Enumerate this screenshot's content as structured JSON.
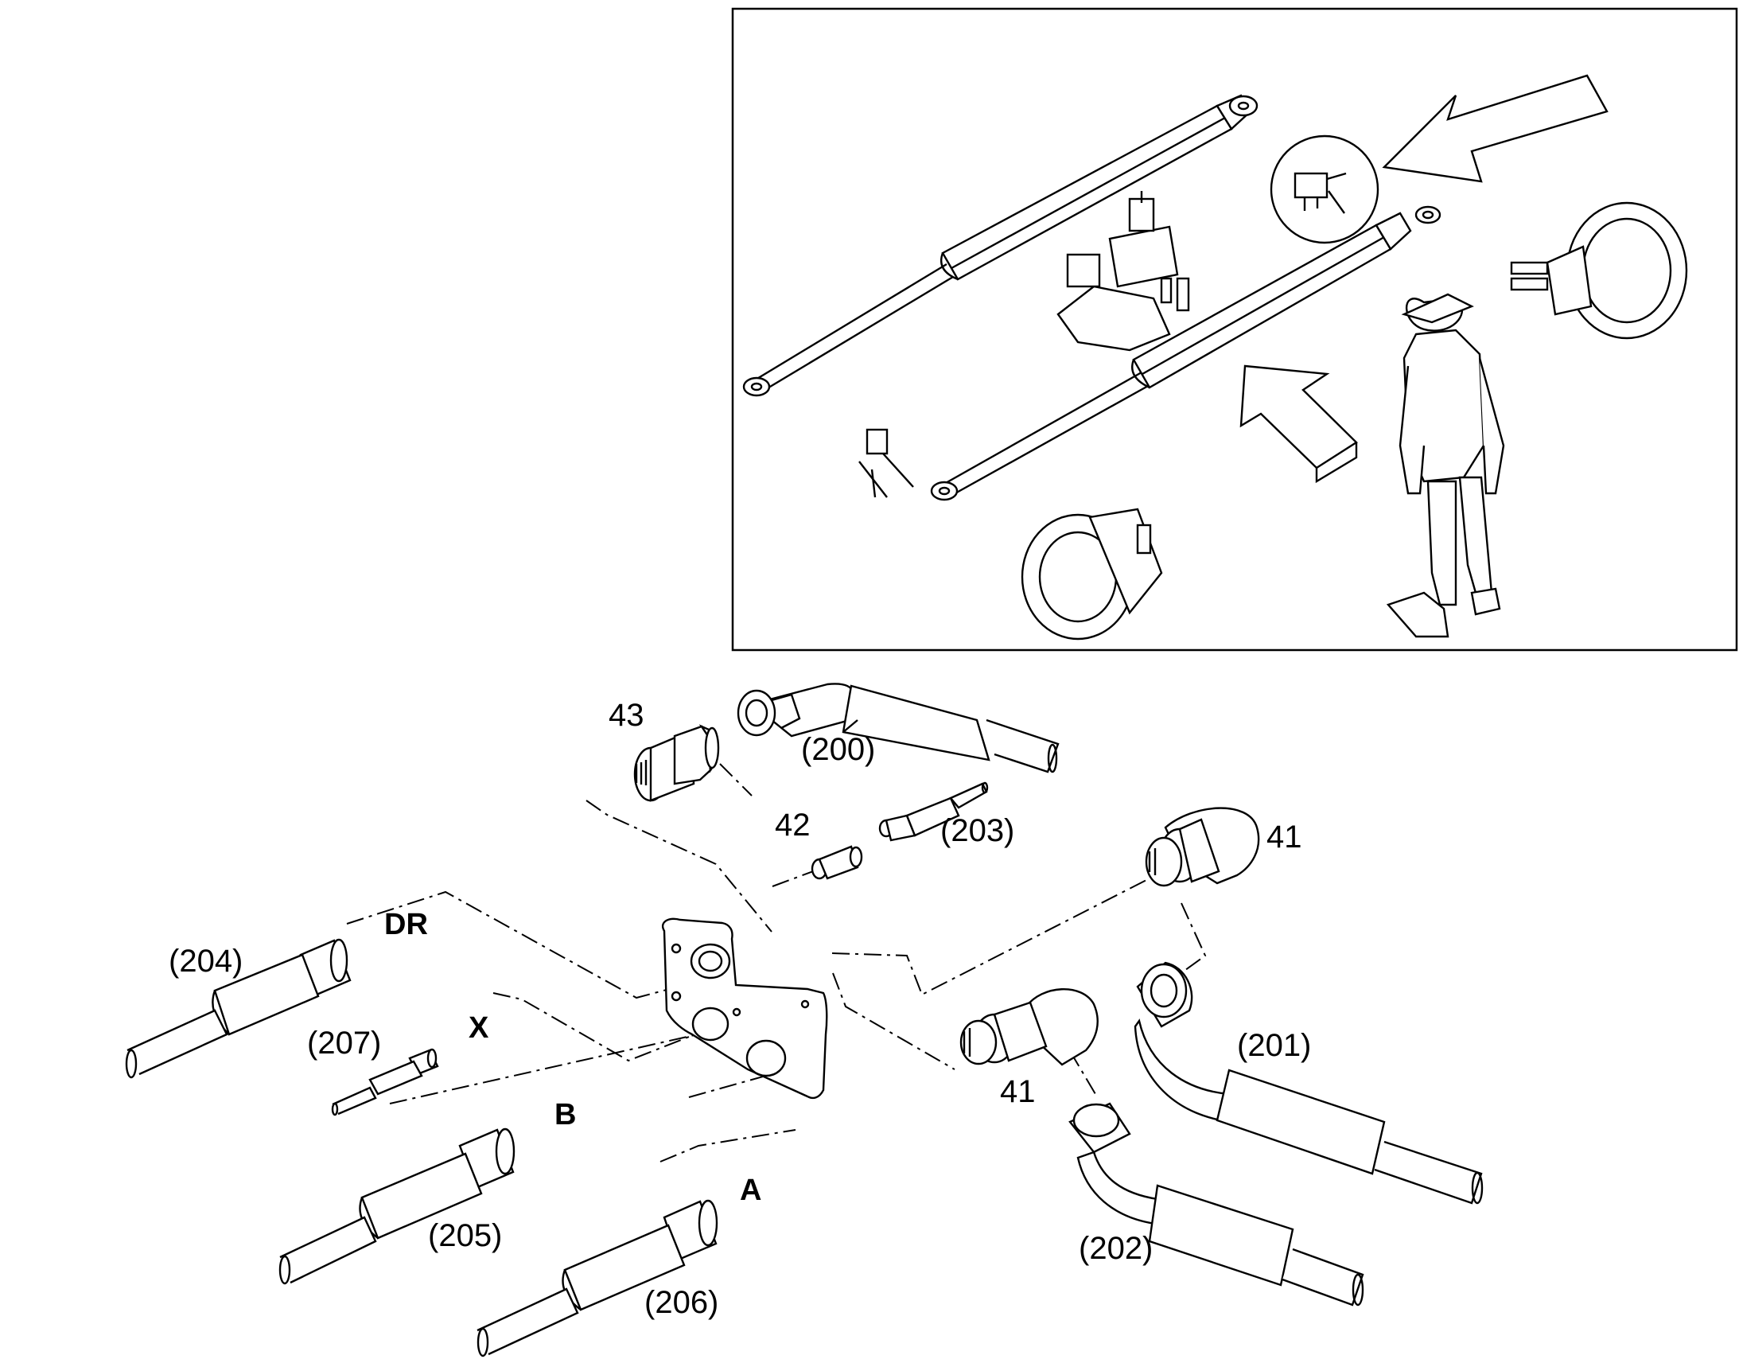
{
  "diagram": {
    "callouts": {
      "p200": "(200)",
      "p201": "(201)",
      "p202": "(202)",
      "p203": "(203)",
      "p204": "(204)",
      "p205": "(205)",
      "p206": "(206)",
      "p207": "(207)",
      "i41a": "41",
      "i41b": "41",
      "i42": "42",
      "i43": "43"
    },
    "ports": {
      "dr": "DR",
      "x": "X",
      "b": "B",
      "a": "A"
    }
  }
}
